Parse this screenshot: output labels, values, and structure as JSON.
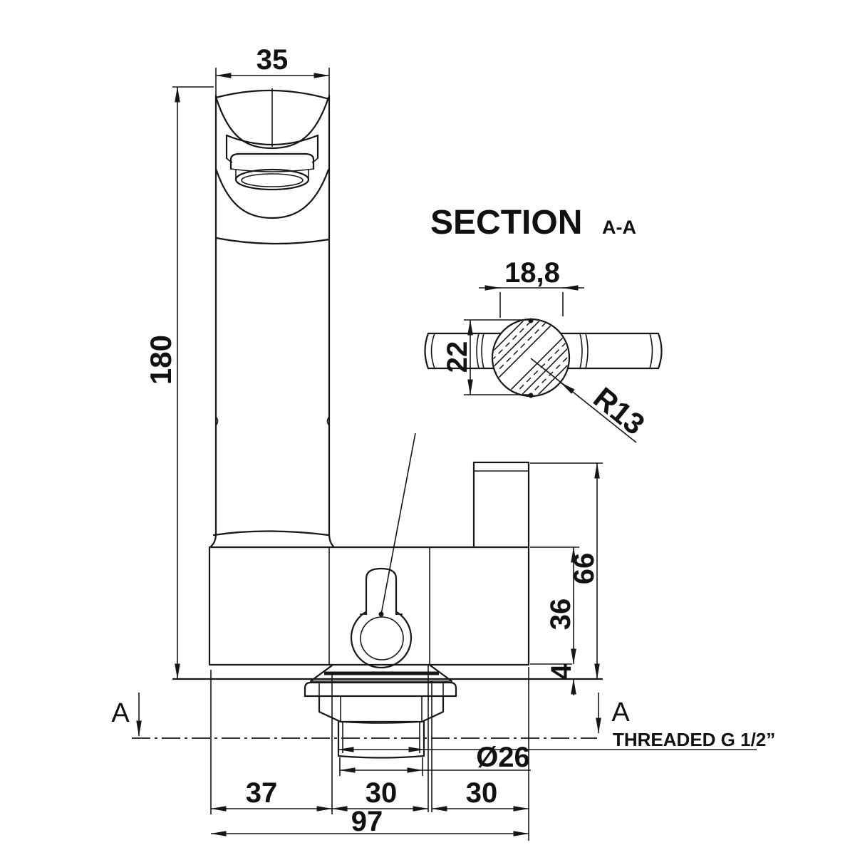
{
  "drawing": {
    "section_title": "SECTION",
    "section_ref": "A-A",
    "markers": {
      "left": "A",
      "right": "A"
    },
    "notes": {
      "thread": "THREADED G 1/2”"
    },
    "dims": {
      "spout_width": "35",
      "total_height": "180",
      "flat_width": "18,8",
      "ball_height": "22",
      "ball_radius": "R13",
      "outlet_height": "66",
      "body_height": "36",
      "deck_gap": "4",
      "thread_dia": "Ø26",
      "left_offset": "37",
      "mid_span": "30",
      "right_span": "30",
      "overall_width": "97"
    },
    "colors": {
      "ink": "#161616",
      "paper": "#ffffff"
    }
  }
}
